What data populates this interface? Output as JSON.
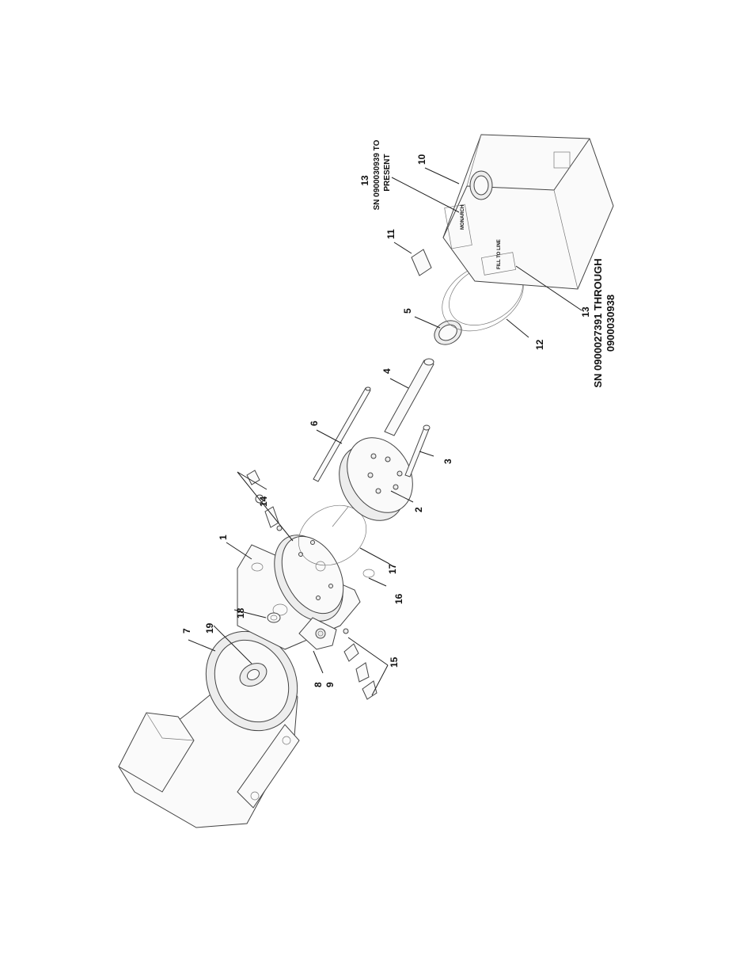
{
  "callouts": {
    "p1": "1",
    "p2": "2",
    "p3": "3",
    "p4": "4",
    "p5": "5",
    "p6": "6",
    "p7": "7",
    "p8": "8",
    "p9": "9",
    "p10": "10",
    "p11": "11",
    "p12": "12",
    "p14": "14",
    "p15": "15",
    "p16": "16",
    "p17": "17",
    "p18": "18",
    "p19": "19"
  },
  "serial_notes": {
    "present": {
      "num": "13",
      "line1": "SN 0900030939 TO",
      "line2": "PRESENT"
    },
    "through": {
      "num": "13",
      "line1": "SN 0900027391 THROUGH",
      "line2": "0900030938"
    }
  },
  "decals": {
    "fill_to_line": "FILL TO LINE",
    "brand": "MONARCH"
  }
}
